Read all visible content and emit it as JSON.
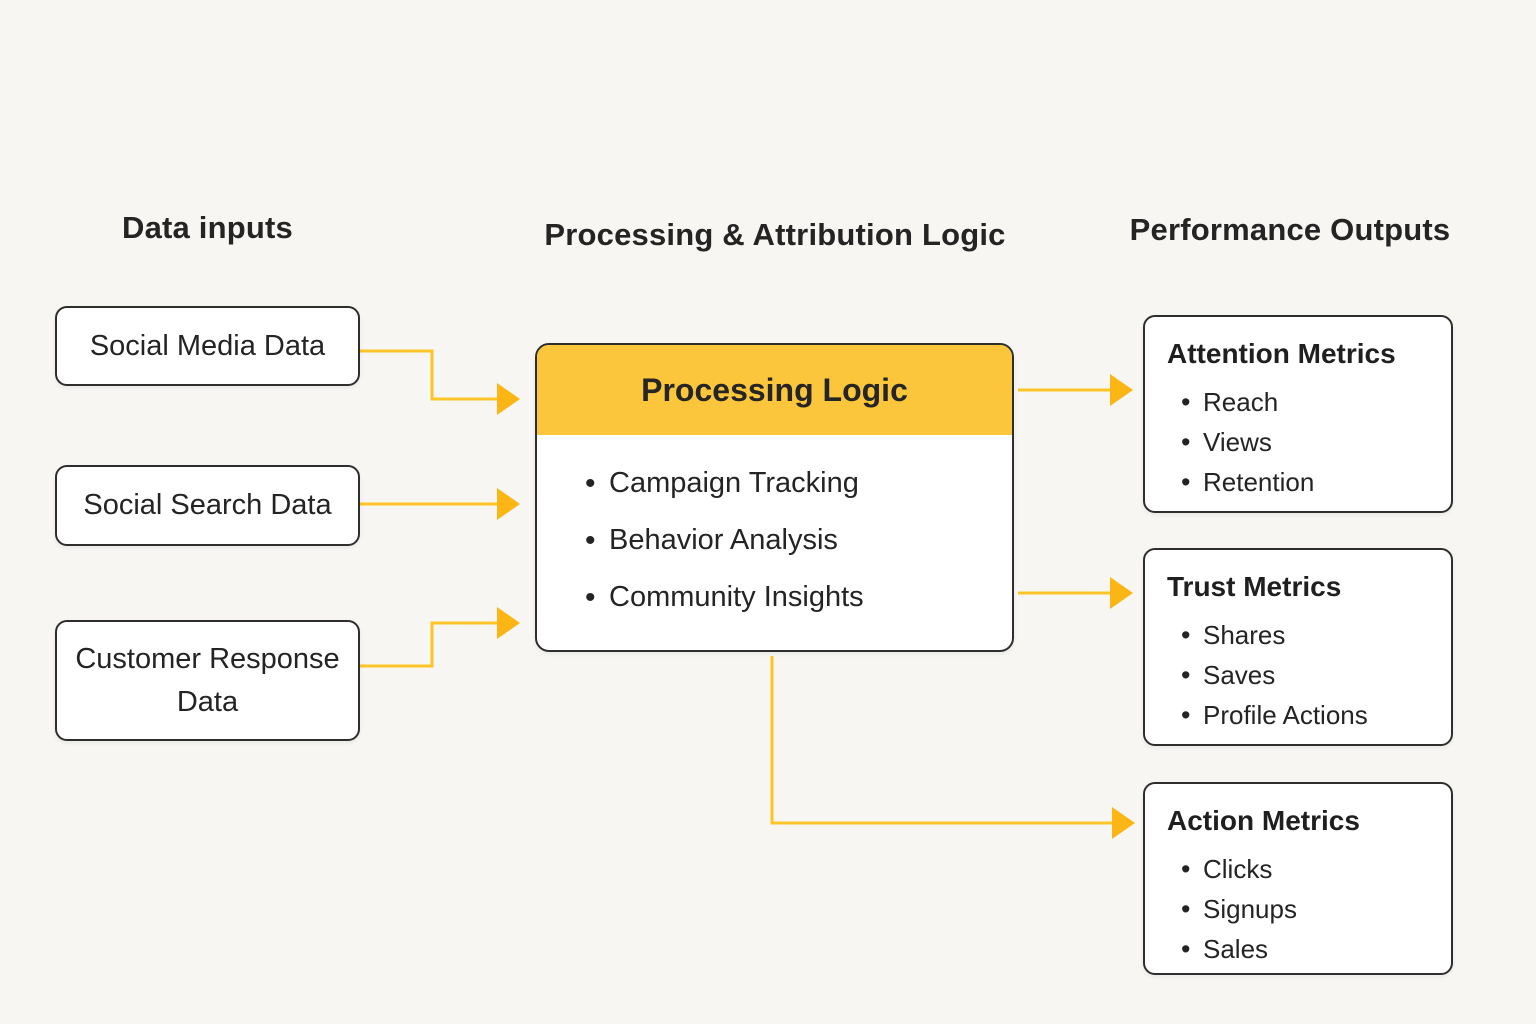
{
  "diagram": {
    "columns": {
      "inputs": {
        "title": "Data inputs"
      },
      "processing": {
        "title": "Processing & Attribution Logic"
      },
      "outputs": {
        "title": "Performance Outputs"
      }
    },
    "input_nodes": [
      {
        "id": "social-media-data",
        "label": "Social Media Data"
      },
      {
        "id": "social-search-data",
        "label": "Social Search Data"
      },
      {
        "id": "customer-response-data",
        "label": "Customer Response Data"
      }
    ],
    "processing_node": {
      "id": "processing-logic",
      "title": "Processing Logic",
      "items": [
        "Campaign Tracking",
        "Behavior Analysis",
        "Community Insights"
      ]
    },
    "output_nodes": [
      {
        "id": "attention-metrics",
        "title": "Attention Metrics",
        "items": [
          "Reach",
          "Views",
          "Retention"
        ]
      },
      {
        "id": "trust-metrics",
        "title": "Trust Metrics",
        "items": [
          "Shares",
          "Saves",
          "Profile Actions"
        ]
      },
      {
        "id": "action-metrics",
        "title": "Action Metrics",
        "items": [
          "Clicks",
          "Signups",
          "Sales"
        ]
      }
    ],
    "edges": [
      {
        "from": "social-media-data",
        "to": "processing-logic"
      },
      {
        "from": "social-search-data",
        "to": "processing-logic"
      },
      {
        "from": "customer-response-data",
        "to": "processing-logic"
      },
      {
        "from": "processing-logic",
        "to": "attention-metrics"
      },
      {
        "from": "processing-logic",
        "to": "trust-metrics"
      },
      {
        "from": "processing-logic",
        "to": "action-metrics"
      }
    ],
    "colors": {
      "background": "#F7F6F3",
      "node_fill": "#FFFFFF",
      "node_border": "#2E2E2E",
      "header_fill": "#FCC63C",
      "arrow_line": "#FCC525",
      "arrow_head": "#FBB615",
      "text": "#242424"
    }
  }
}
